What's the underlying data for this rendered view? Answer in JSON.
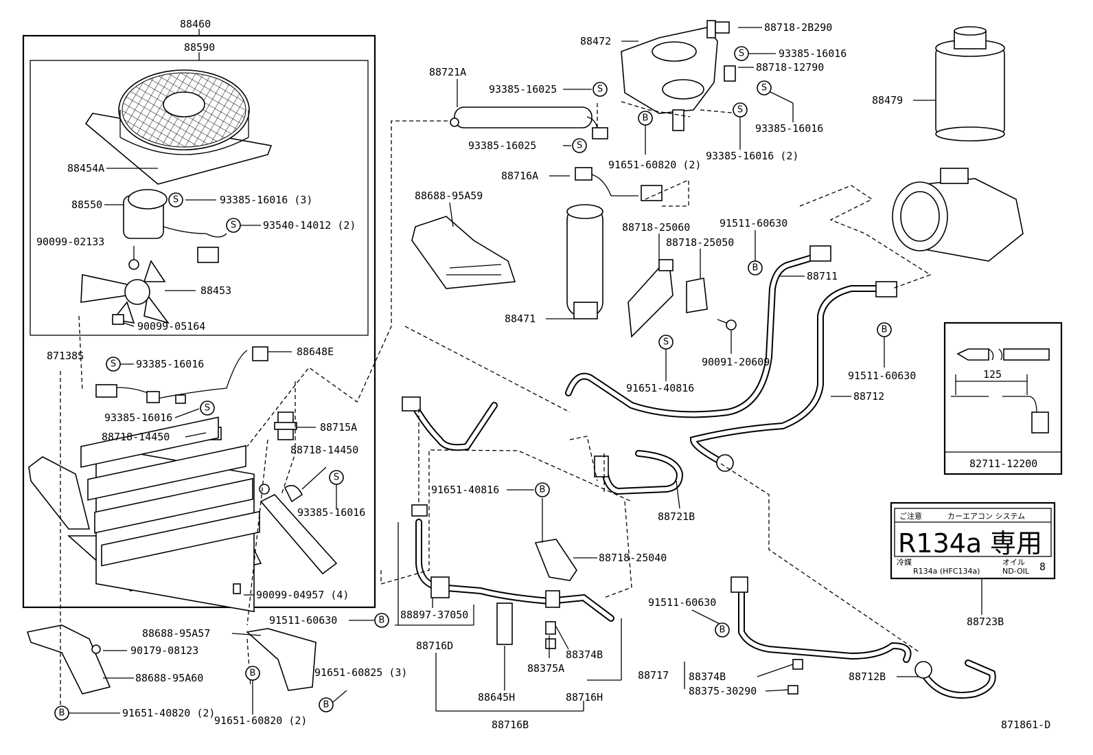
{
  "labels": {
    "l88460": "88460",
    "l88590": "88590",
    "l88454A": "88454A",
    "l88550": "88550",
    "l93385_16016_3": "93385-16016 (3)",
    "l93540_14012_2": "93540-14012 (2)",
    "l90099_02133": "90099-02133",
    "l88453": "88453",
    "l90099_05164": "90099-05164",
    "l87138S": "87138S",
    "l93385_16016_a": "93385-16016",
    "l88648E": "88648E",
    "l93385_16016_b": "93385-16016",
    "l88718_14450_a": "88718-14450",
    "l88715A": "88715A",
    "l88718_14450_b": "88718-14450",
    "l93385_16016_c": "93385-16016",
    "l90099_04957_4": "90099-04957 (4)",
    "l91511_60630_a": "91511-60630",
    "l88688_95A57": "88688-95A57",
    "l90179_08123": "90179-08123",
    "l88688_95A60": "88688-95A60",
    "l91651_40820_2": "91651-40820 (2)",
    "l91651_60825_3": "91651-60825 (3)",
    "l91651_60820_2a": "91651-60820 (2)",
    "l88721A": "88721A",
    "l93385_16025_a": "93385-16025",
    "l93385_16025_b": "93385-16025",
    "l88716A": "88716A",
    "l88688_95A59": "88688-95A59",
    "l88471": "88471",
    "l88472": "88472",
    "l88718_2B290": "88718-2B290",
    "l93385_16016_d": "93385-16016",
    "l88718_12790": "88718-12790",
    "l93385_16016_e": "93385-16016",
    "l93385_16016_2": "93385-16016 (2)",
    "l91651_60820_2b": "91651-60820 (2)",
    "l88479": "88479",
    "l88718_25060": "88718-25060",
    "l88718_25050": "88718-25050",
    "l91511_60630_b": "91511-60630",
    "l88711": "88711",
    "l90091_20609": "90091-20609",
    "l91651_40816_a": "91651-40816",
    "l91511_60630_c": "91511-60630",
    "l88712": "88712",
    "l88721B": "88721B",
    "l91651_40816_b": "91651-40816",
    "l88718_25040": "88718-25040",
    "l88897_37050": "88897-37050",
    "l88716D": "88716D",
    "l88645H": "88645H",
    "l88374B_a": "88374B",
    "l88375A": "88375A",
    "l88716H": "88716H",
    "l88716B": "88716B",
    "l91511_60630_d": "91511-60630",
    "l88717": "88717",
    "l88374B_b": "88374B",
    "l88375_30290": "88375-30290",
    "l88712B": "88712B",
    "l82711_12200": "82711-12200",
    "l125": "125",
    "l88723B": "88723B",
    "l871861_D": "871861-D"
  },
  "decal": {
    "caution": "ご注意",
    "system": "カーエアコン  システム",
    "refrigerant": "R134a",
    "exclusive": "専用",
    "refrigerant_small": "冷媒",
    "refrigerant_type": "R134a (HFC134a)",
    "oil_label": "オイル",
    "oil_type": "ND-OIL",
    "oil_grade": "8"
  },
  "symbols": {
    "s": "S",
    "b": "B"
  }
}
